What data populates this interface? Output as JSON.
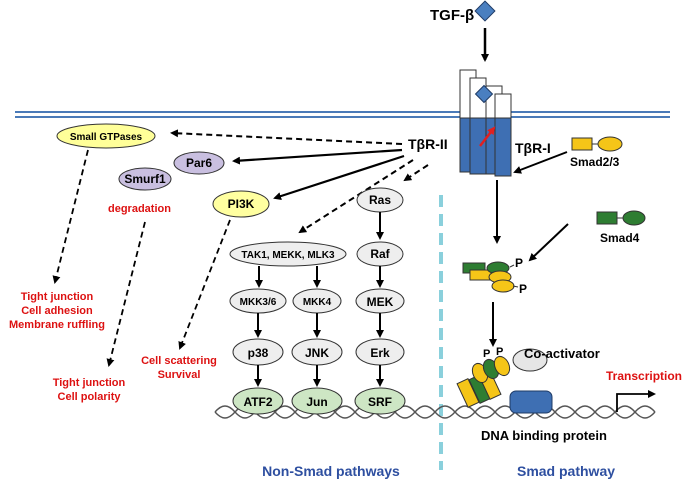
{
  "ligand": {
    "label": "TGF-β"
  },
  "receptors": {
    "type2": "TβR-II",
    "type1": "TβR-I"
  },
  "proteins": {
    "small_gtpases": "Small GTPases",
    "par6": "Par6",
    "smurf1": "Smurf1",
    "pi3k": "PI3K",
    "tak1": "TAK1, MEKK, MLK3",
    "mkk36": "MKK3/6",
    "mkk4": "MKK4",
    "p38": "p38",
    "jnk": "JNK",
    "atf2": "ATF2",
    "jun": "Jun",
    "ras": "Ras",
    "raf": "Raf",
    "mek": "MEK",
    "erk": "Erk",
    "srf": "SRF",
    "smad23": "Smad2/3",
    "smad4": "Smad4",
    "p": "P"
  },
  "outcomes": {
    "degradation": "degradation",
    "gtpase_effects": [
      "Tight junction",
      "Cell adhesion",
      "Membrane ruffling"
    ],
    "smurf_effects": [
      "Tight junction",
      "Cell polarity"
    ],
    "pi3k_effects": [
      "Cell scattering",
      "Survival"
    ]
  },
  "nucleus": {
    "coactivator": "Co-activator",
    "dna_binding": "DNA binding protein",
    "transcription": "Transcription"
  },
  "sections": {
    "non_smad": "Non-Smad pathways",
    "smad": "Smad pathway"
  },
  "colors": {
    "membrane": "#4a7ab8",
    "receptor_blue": "#3e6fb3",
    "ligand": "#4a7fc0",
    "pathway_label": "#2e4fa0",
    "outcome_red": "#dd1111",
    "gtpase_yellow": "#ffff99",
    "pi3k_yellow": "#ffffa0",
    "lavender": "#c9bfe0",
    "grey_node": "#eeeeee",
    "green_tf": "#cde6c4",
    "smad_yellow": "#f5c518",
    "smad_green": "#2e7d32",
    "divider": "#8ad0dc"
  }
}
